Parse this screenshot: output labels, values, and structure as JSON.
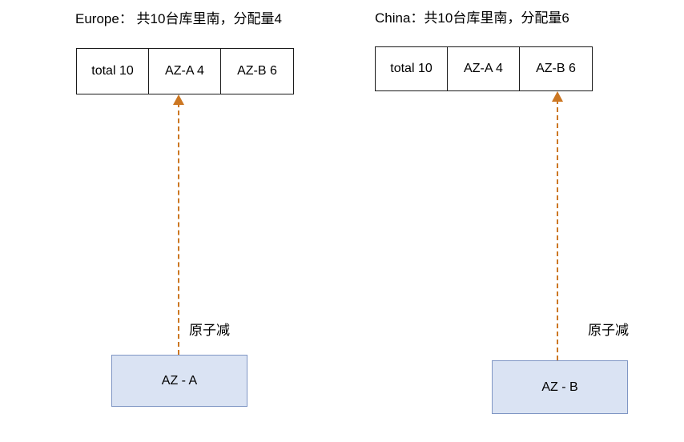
{
  "diagram": {
    "groups": [
      {
        "id": "europe",
        "title": "Europe： 共10台库里南，分配量4",
        "table": {
          "cells": [
            {
              "label": "total 10"
            },
            {
              "label": "AZ-A 4"
            },
            {
              "label": "AZ-B 6"
            }
          ]
        },
        "arrow": {
          "label": "原子减",
          "style": "dashed-up-arrow",
          "color": "#cc7722",
          "target_cell": "AZ-A 4"
        },
        "source_box": {
          "label": "AZ - A",
          "fill": "#dae3f3",
          "border": "#7f96c4"
        }
      },
      {
        "id": "china",
        "title": "China：共10台库里南，分配量6",
        "table": {
          "cells": [
            {
              "label": "total 10"
            },
            {
              "label": "AZ-A 4"
            },
            {
              "label": "AZ-B 6"
            }
          ]
        },
        "arrow": {
          "label": "原子减",
          "style": "dashed-up-arrow",
          "color": "#cc7722",
          "target_cell": "AZ-B 6"
        },
        "source_box": {
          "label": "AZ - B",
          "fill": "#dae3f3",
          "border": "#7f96c4"
        }
      }
    ],
    "colors": {
      "table_border": "#1a1a1a",
      "arrow": "#cc7722",
      "box_fill": "#dae3f3",
      "box_border": "#7f96c4",
      "background": "#ffffff",
      "text": "#000000"
    }
  }
}
